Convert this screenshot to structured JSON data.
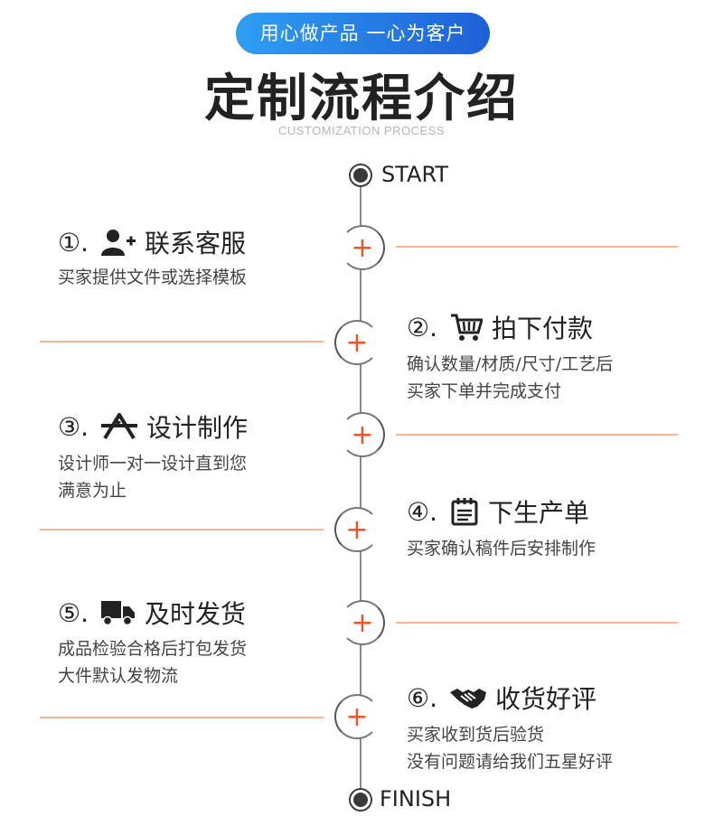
{
  "header": {
    "badge": "用心做产品 一心为客户",
    "title": "定制流程介绍",
    "subtitle": "CUSTOMIZATION PROCESS"
  },
  "timeline": {
    "start_label": "START",
    "finish_label": "FINISH",
    "plus_symbol": "+"
  },
  "steps": [
    {
      "num": "①.",
      "icon": "add-user-icon",
      "title": "联系客服",
      "desc": [
        "买家提供文件或选择模板"
      ]
    },
    {
      "num": "②.",
      "icon": "shopping-cart-icon",
      "title": "拍下付款",
      "desc": [
        "确认数量/材质/尺寸/工艺后",
        "买家下单并完成支付"
      ]
    },
    {
      "num": "③.",
      "icon": "design-tools-icon",
      "title": "设计制作",
      "desc": [
        "设计师一对一设计直到您",
        "满意为止"
      ]
    },
    {
      "num": "④.",
      "icon": "notepad-icon",
      "title": "下生产单",
      "desc": [
        "买家确认稿件后安排制作"
      ]
    },
    {
      "num": "⑤.",
      "icon": "delivery-truck-icon",
      "title": "及时发货",
      "desc": [
        "成品检验合格后打包发货",
        "大件默认发物流"
      ]
    },
    {
      "num": "⑥.",
      "icon": "handshake-icon",
      "title": "收货好评",
      "desc": [
        "买家收到货后验货",
        "没有问题请给我们五星好评"
      ]
    }
  ],
  "colors": {
    "accent": "#e8552b",
    "line": "#f4b49a",
    "badge_start": "#2e9ff4",
    "badge_end": "#1f5fd6"
  }
}
